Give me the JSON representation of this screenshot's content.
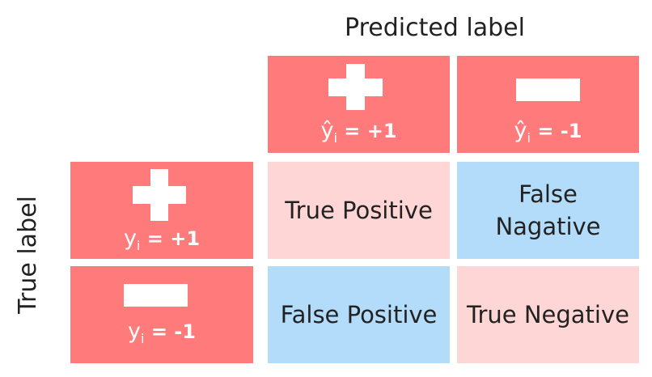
{
  "axes": {
    "predicted_label": "Predicted label",
    "true_label": "True label"
  },
  "predicted_headers": [
    {
      "symbol": "plus-icon",
      "variable": "ŷ",
      "subscript": "i",
      "value": " = +1"
    },
    {
      "symbol": "minus-icon",
      "variable": "ŷ",
      "subscript": "i",
      "value": " = -1"
    }
  ],
  "true_headers": [
    {
      "symbol": "plus-icon",
      "variable": "y",
      "subscript": "i",
      "value": " = +1"
    },
    {
      "symbol": "minus-icon",
      "variable": "y",
      "subscript": "i",
      "value": " = -1"
    }
  ],
  "cells": {
    "true_positive": "True Positive",
    "false_negative": "False\nNagative",
    "false_positive": "False Positive",
    "true_negative": "True Negative"
  },
  "colors": {
    "header": "#ff7b7b",
    "true_cell": "#ffd6d6",
    "false_cell": "#b3dcfa"
  }
}
